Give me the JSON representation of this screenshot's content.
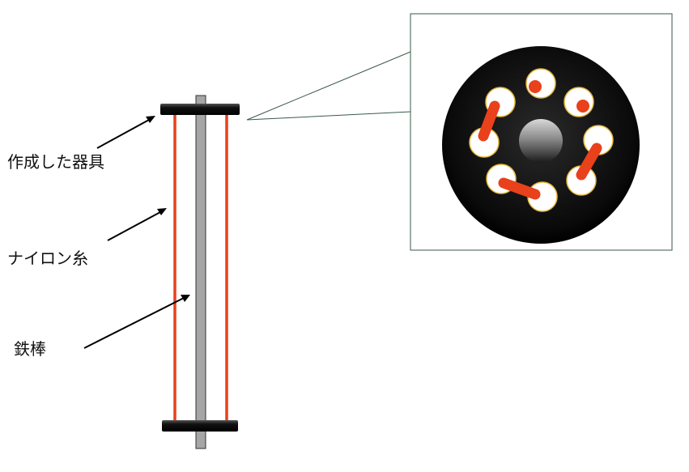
{
  "labels": {
    "apparatus": "作成した器具",
    "nylon_thread": "ナイロン糸",
    "iron_rod": "鉄棒"
  },
  "colors": {
    "thread": "#e8411c",
    "plate": "#111111",
    "rod_fill": "#a6a6a6",
    "rod_stroke": "#333333",
    "hole_fill": "#ffffff",
    "hole_rim": "#e6b840",
    "callout_line": "#3a5a4a"
  }
}
